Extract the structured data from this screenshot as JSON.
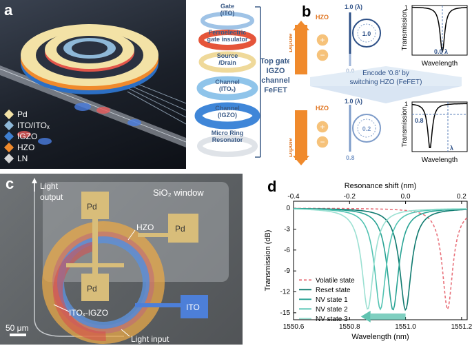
{
  "panel_a": {
    "letter": "a",
    "legend": [
      {
        "label": "Pd",
        "color": "#f3e2a6"
      },
      {
        "label": "ITO/ITOₓ",
        "color": "#8fb8d8"
      },
      {
        "label": "IGZO",
        "color": "#3f7fd0"
      },
      {
        "label": "HZO",
        "color": "#f08a2c"
      },
      {
        "label": "LN",
        "color": "#d6d6d6"
      }
    ],
    "layers": [
      "Gate",
      "(ITO)",
      "Ferroelectric",
      "gate insulator",
      "Source",
      "/Drain",
      "Channel",
      "(ITOₓ)",
      "Channel",
      "(IGZO)",
      "Micro Ring",
      "Resonator"
    ],
    "bracket_label": [
      "Top gate",
      "IGZO",
      "channel",
      "FeFET"
    ]
  },
  "panel_b": {
    "letter": "b",
    "top": {
      "hzo": "HZO",
      "dipole": "Dipole",
      "lambda_top": "1.0 (λ)",
      "lambda_bottom": "0.0",
      "ring_value": "1.0",
      "ylabel": "Transmission",
      "xlabel": "Wavelength",
      "ytick": "1",
      "dip_label": "0.0",
      "lambda": "λ"
    },
    "encode": {
      "prefix": "Encode '",
      "value": "0.8",
      "suffix": "' by",
      "line2": "switching HZO (FeFET)"
    },
    "bottom": {
      "hzo": "HZO",
      "dipole": "Dipole",
      "lambda_top": "1.0 (λ)",
      "lambda_bottom": "0.8",
      "ring_value": "0.2",
      "ylabel": "Transmission",
      "xlabel": "Wavelength",
      "ytick": "1",
      "level_label": "0.8",
      "lambda": "λ"
    }
  },
  "panel_c": {
    "letter": "c",
    "light_output": [
      "Light",
      "output"
    ],
    "sio2": "SiO₂ window",
    "pads": [
      "Pd",
      "Pd",
      "Pd"
    ],
    "hzo": "HZO",
    "ito_igzo": "ITOₓ-IGZO",
    "ito": "ITO",
    "scale": "50 μm",
    "light_input": "Light input"
  },
  "panel_d": {
    "letter": "d",
    "chart_data": {
      "type": "line",
      "title": "",
      "xlabel": "Wavelength (nm)",
      "ylabel": "Transmission (dB)",
      "x2label": "Resonance shift (nm)",
      "xlim": [
        1550.6,
        1551.22
      ],
      "ylim": [
        -16,
        1
      ],
      "xticks": [
        "1550.6",
        "1550.8",
        "1551.0",
        "1551.2"
      ],
      "yticks": [
        "0",
        "-3",
        "-6",
        "-9",
        "-12",
        "-15"
      ],
      "x2ticks": [
        "-0.4",
        "-0.2",
        "0.0",
        "0.2"
      ],
      "series": [
        {
          "name": "Volatile state",
          "color": "#e8707a",
          "dashed": true,
          "center": 1551.15,
          "depth": -14.5,
          "width": 0.045
        },
        {
          "name": "Reset state",
          "color": "#0f7a6f",
          "dashed": false,
          "center": 1551.0,
          "depth": -14.6,
          "width": 0.05
        },
        {
          "name": "NV state 1",
          "color": "#27a293",
          "dashed": false,
          "center": 1550.955,
          "depth": -14.6,
          "width": 0.05
        },
        {
          "name": "NV state 2",
          "color": "#52c3b2",
          "dashed": false,
          "center": 1550.91,
          "depth": -14.5,
          "width": 0.05
        },
        {
          "name": "NV state 3",
          "color": "#9be0d2",
          "dashed": false,
          "center": 1550.865,
          "depth": -14.5,
          "width": 0.05
        }
      ]
    }
  }
}
